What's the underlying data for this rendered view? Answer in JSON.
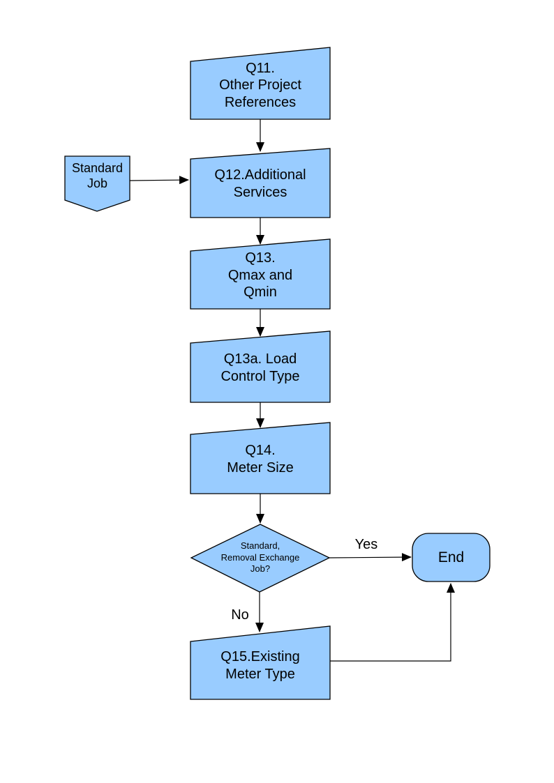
{
  "diagram": {
    "type": "flowchart",
    "background_color": "#ffffff",
    "node_fill_color": "#99ccff",
    "node_border_color": "#000000",
    "text_color": "#000000",
    "nodes": {
      "standard_job": {
        "shape": "off-page-connector",
        "lines": [
          "Standard",
          "Job"
        ]
      },
      "q11": {
        "shape": "process",
        "lines": [
          "Q11.",
          "Other Project",
          "References"
        ]
      },
      "q12": {
        "shape": "process",
        "lines": [
          "Q12.Additional",
          "Services"
        ]
      },
      "q13": {
        "shape": "process",
        "lines": [
          "Q13.",
          "Qmax and",
          "Qmin"
        ]
      },
      "q13a": {
        "shape": "process",
        "lines": [
          "Q13a. Load",
          "Control Type"
        ]
      },
      "q14": {
        "shape": "process",
        "lines": [
          "Q14.",
          "Meter Size"
        ]
      },
      "decision": {
        "shape": "decision-diamond",
        "lines": [
          "Standard,",
          "Removal Exchange",
          "Job?"
        ]
      },
      "end": {
        "shape": "terminator",
        "lines": [
          "End"
        ]
      },
      "q15": {
        "shape": "process",
        "lines": [
          "Q15.Existing",
          "Meter Type"
        ]
      }
    },
    "edges": {
      "yes_label": "Yes",
      "no_label": "No"
    }
  }
}
